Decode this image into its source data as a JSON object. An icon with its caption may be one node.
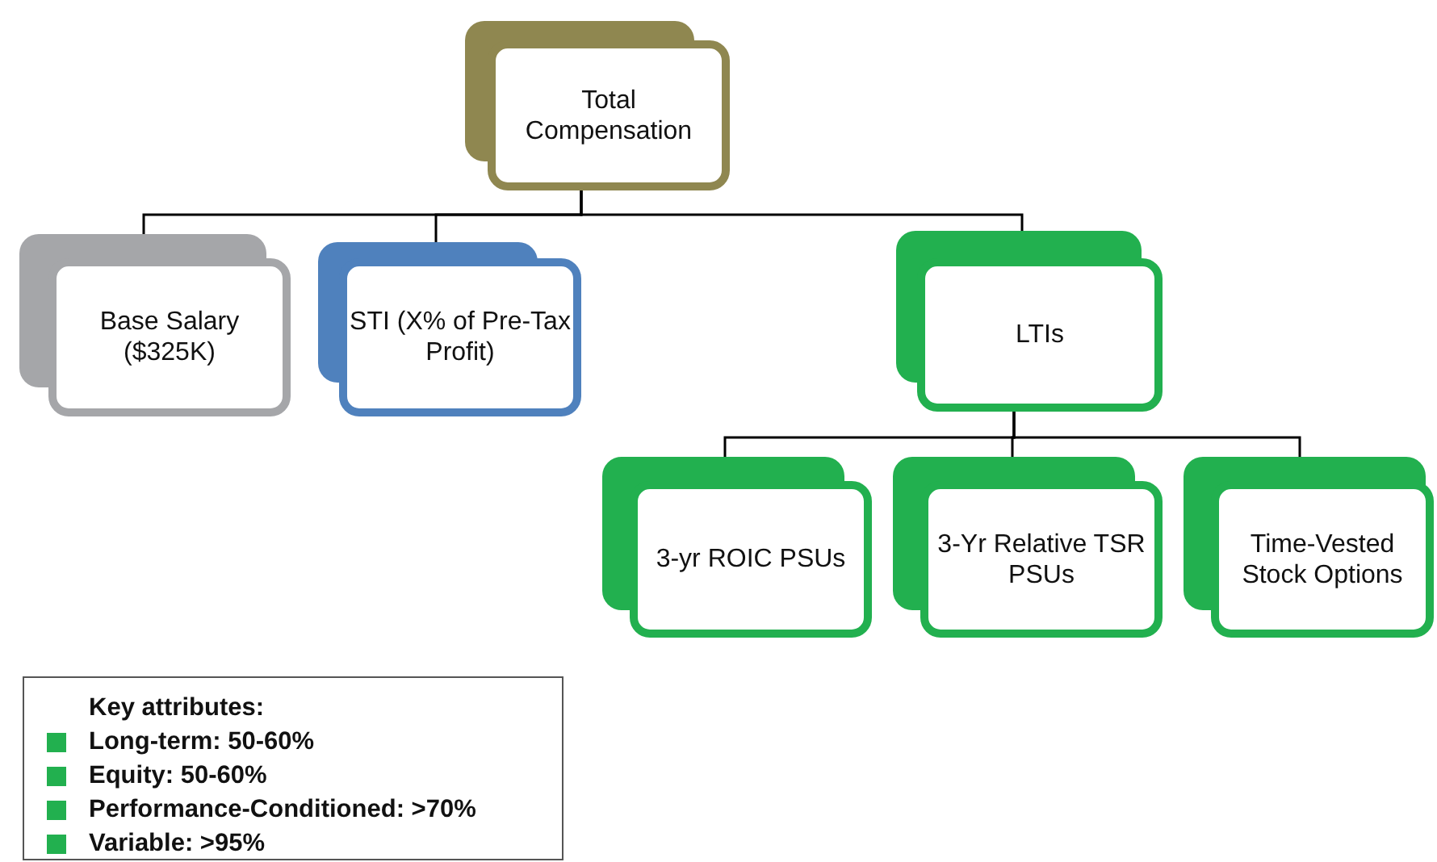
{
  "diagram": {
    "nodes": [
      {
        "text": [
          "Total Compensation"
        ]
      },
      {
        "text": [
          "Base Salary ($325K)"
        ]
      },
      {
        "text": [
          "STI (X% of Pre-Tax Profit)"
        ]
      },
      {
        "text": [
          "LTIs"
        ]
      },
      {
        "text": [
          "3-yr ROIC PSUs"
        ]
      },
      {
        "text": [
          "3-Yr Relative TSR PSUs"
        ]
      },
      {
        "text": [
          "Time-Vested Stock Options"
        ]
      },
      {
        "text": [
          "Key attributes:",
          "Long-term: 50-60%",
          "Equity: 50-60%",
          "Performance-Conditioned: >70%",
          "Variable: >95%"
        ]
      }
    ],
    "edges": [
      {
        "from": 0,
        "to": 1,
        "arrow": "none"
      },
      {
        "from": 0,
        "to": 2,
        "arrow": "none"
      },
      {
        "from": 0,
        "to": 3,
        "arrow": "none"
      },
      {
        "from": 3,
        "to": 4,
        "arrow": "none"
      },
      {
        "from": 3,
        "to": 5,
        "arrow": "none"
      },
      {
        "from": 3,
        "to": 6,
        "arrow": "none"
      }
    ]
  }
}
